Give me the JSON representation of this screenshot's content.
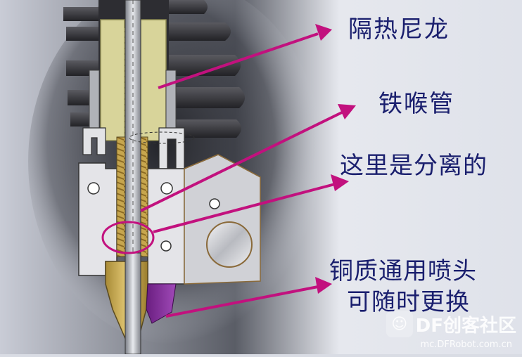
{
  "labels": {
    "insulating_nylon": "隔热尼龙",
    "iron_throat_tube": "铁喉管",
    "separated_here": "这里是分离的",
    "nozzle_line1": "铜质通用喷头",
    "nozzle_line2": "可随时更换"
  },
  "watermark": {
    "text": "DF创客社区",
    "url": "mc.DFRobot.com.cn"
  },
  "colors": {
    "label_text": "#1a1f6e",
    "arrow": "#c2117e",
    "heatsink": "#3a3a3e",
    "nylon": "#d8d49a",
    "heater_block": "#e4e4e8",
    "brass_nozzle": "#c9a64a",
    "purple_nozzle": "#8a2c9e"
  }
}
